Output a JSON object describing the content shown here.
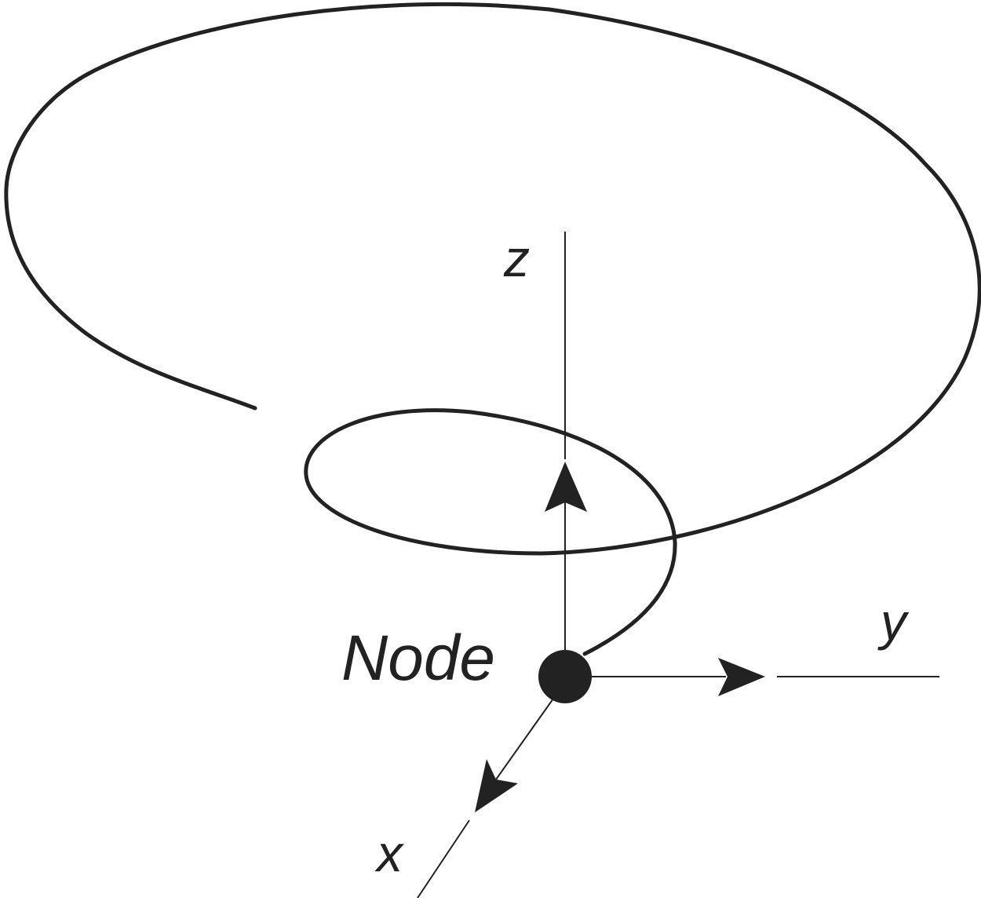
{
  "labels": {
    "node": "Node",
    "x_axis": "x",
    "y_axis": "y",
    "z_axis": "z"
  },
  "colors": {
    "ink": "#222222",
    "background": "#ffffff"
  }
}
